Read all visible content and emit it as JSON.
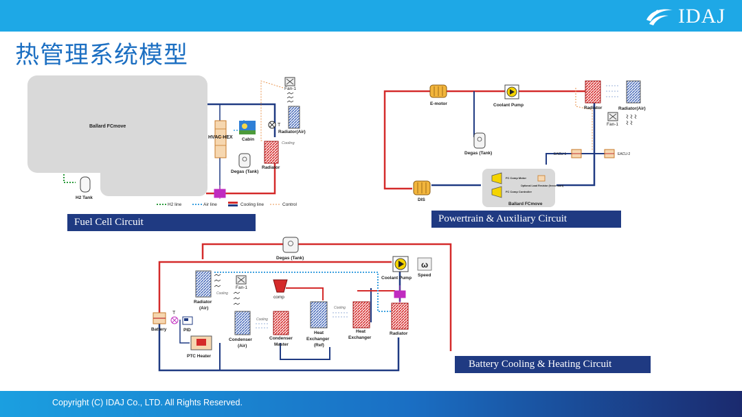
{
  "header": {
    "logo_text": "IDAJ",
    "logo_icon": "idaj-swoosh-icon"
  },
  "page_title": "热管理系统模型",
  "footer": {
    "copyright": "Copyright (C)  IDAJ Co., LTD. All Rights Reserved."
  },
  "fuel_cell": {
    "caption": "Fuel Cell Circuit",
    "stack_label": "Ballard FCmove",
    "h2_tank": "H2 Tank",
    "hvac_hex": "HVAC HEX",
    "cabin": "Cabin",
    "fan": "Fan-1",
    "radiator_air": "Radiator(Air)",
    "cooling": "Cooling",
    "radiator": "Radiator",
    "degas": "Degas (Tank)",
    "temp_sensor": "T",
    "legend": {
      "h2": "H2 line",
      "air": "Air line",
      "cooling": "Cooling line",
      "control": "Control"
    }
  },
  "powertrain": {
    "caption": "Powertrain & Auxiliary Circuit",
    "emotor": "E-motor",
    "coolant_pump": "Coolant Pump",
    "radiator": "Radiator",
    "radiator_air": "Radiator(Air)",
    "fan": "Fan-1",
    "degas": "Degas (Tank)",
    "eacu1": "EACU-1",
    "eacu2": "EACU-2",
    "fc_comp_motor": "FC Comp Motor",
    "fc_comp_controller": "FC Comp Controller",
    "optional_resistor": "Optional Load Resistor (freeze start)",
    "dis": "DIS",
    "stack_label": "Ballard FCmove"
  },
  "battery": {
    "caption": "Battery Cooling & Heating Circuit",
    "degas": "Degas (Tank)",
    "coolant_pump": "Coolant Pump",
    "omega": "ω",
    "speed": "Speed",
    "radiator_air_1": "Radiator",
    "radiator_air_2": "(Air)",
    "fan": "Fan-1",
    "cooling": "Cooling",
    "comp": "comp",
    "battery": "Battery",
    "temp_sensor": "T",
    "pid": "PID",
    "ptc_heater": "PTC Heater",
    "condenser_1": "Condenser",
    "condenser_2": "(Air)",
    "condenser_master_1": "Condenser",
    "condenser_master_2": "Master",
    "heat_exchanger_ref_1": "Heat",
    "heat_exchanger_ref_2": "Exchanger",
    "heat_exchanger_ref_3": "(Ref)",
    "heat_exchanger_1": "Heat",
    "heat_exchanger_2": "Exchanger",
    "radiator": "Radiator"
  },
  "colors": {
    "header": "#1ea8e6",
    "title": "#1c6fc2",
    "caption_bg": "#1f3a82",
    "hot_line": "#d42a2a",
    "cold_line": "#1f3a82",
    "air_line": "#3aa0e0",
    "h2_line": "#2a9a3a",
    "control_line": "#e8914a",
    "magenta": "#c02bc0"
  }
}
